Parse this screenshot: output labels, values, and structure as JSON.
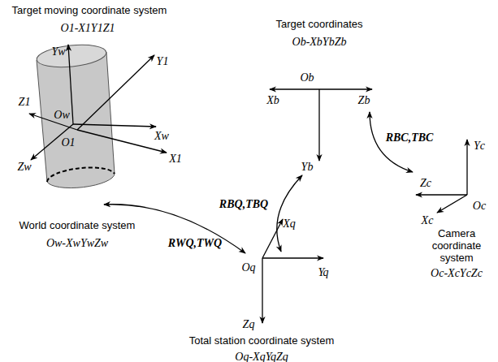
{
  "diagram": {
    "labels": [
      "Target moving coordinate system",
      "O1-X1Y1Z1",
      "Target coordinates",
      "Ob-XbYbZb",
      "Yw",
      "Y1",
      "Z1",
      "Ow",
      "Xw",
      "O1",
      "X1",
      "Zw",
      "Xb",
      "Ob",
      "Zb",
      "Yb",
      "Yc",
      "RBC,TBC",
      "Zc",
      "Oc",
      "Xc",
      "RBQ,TBQ",
      "Xq",
      "World coordinate system",
      "Ow-XwYwZw",
      "RWQ,TWQ",
      "Oq",
      "Camera coordinate system",
      "Oc-XcYcZc",
      "Yq",
      "Zq",
      "Total station coordinate system",
      "Oq-XqYqZq"
    ]
  }
}
